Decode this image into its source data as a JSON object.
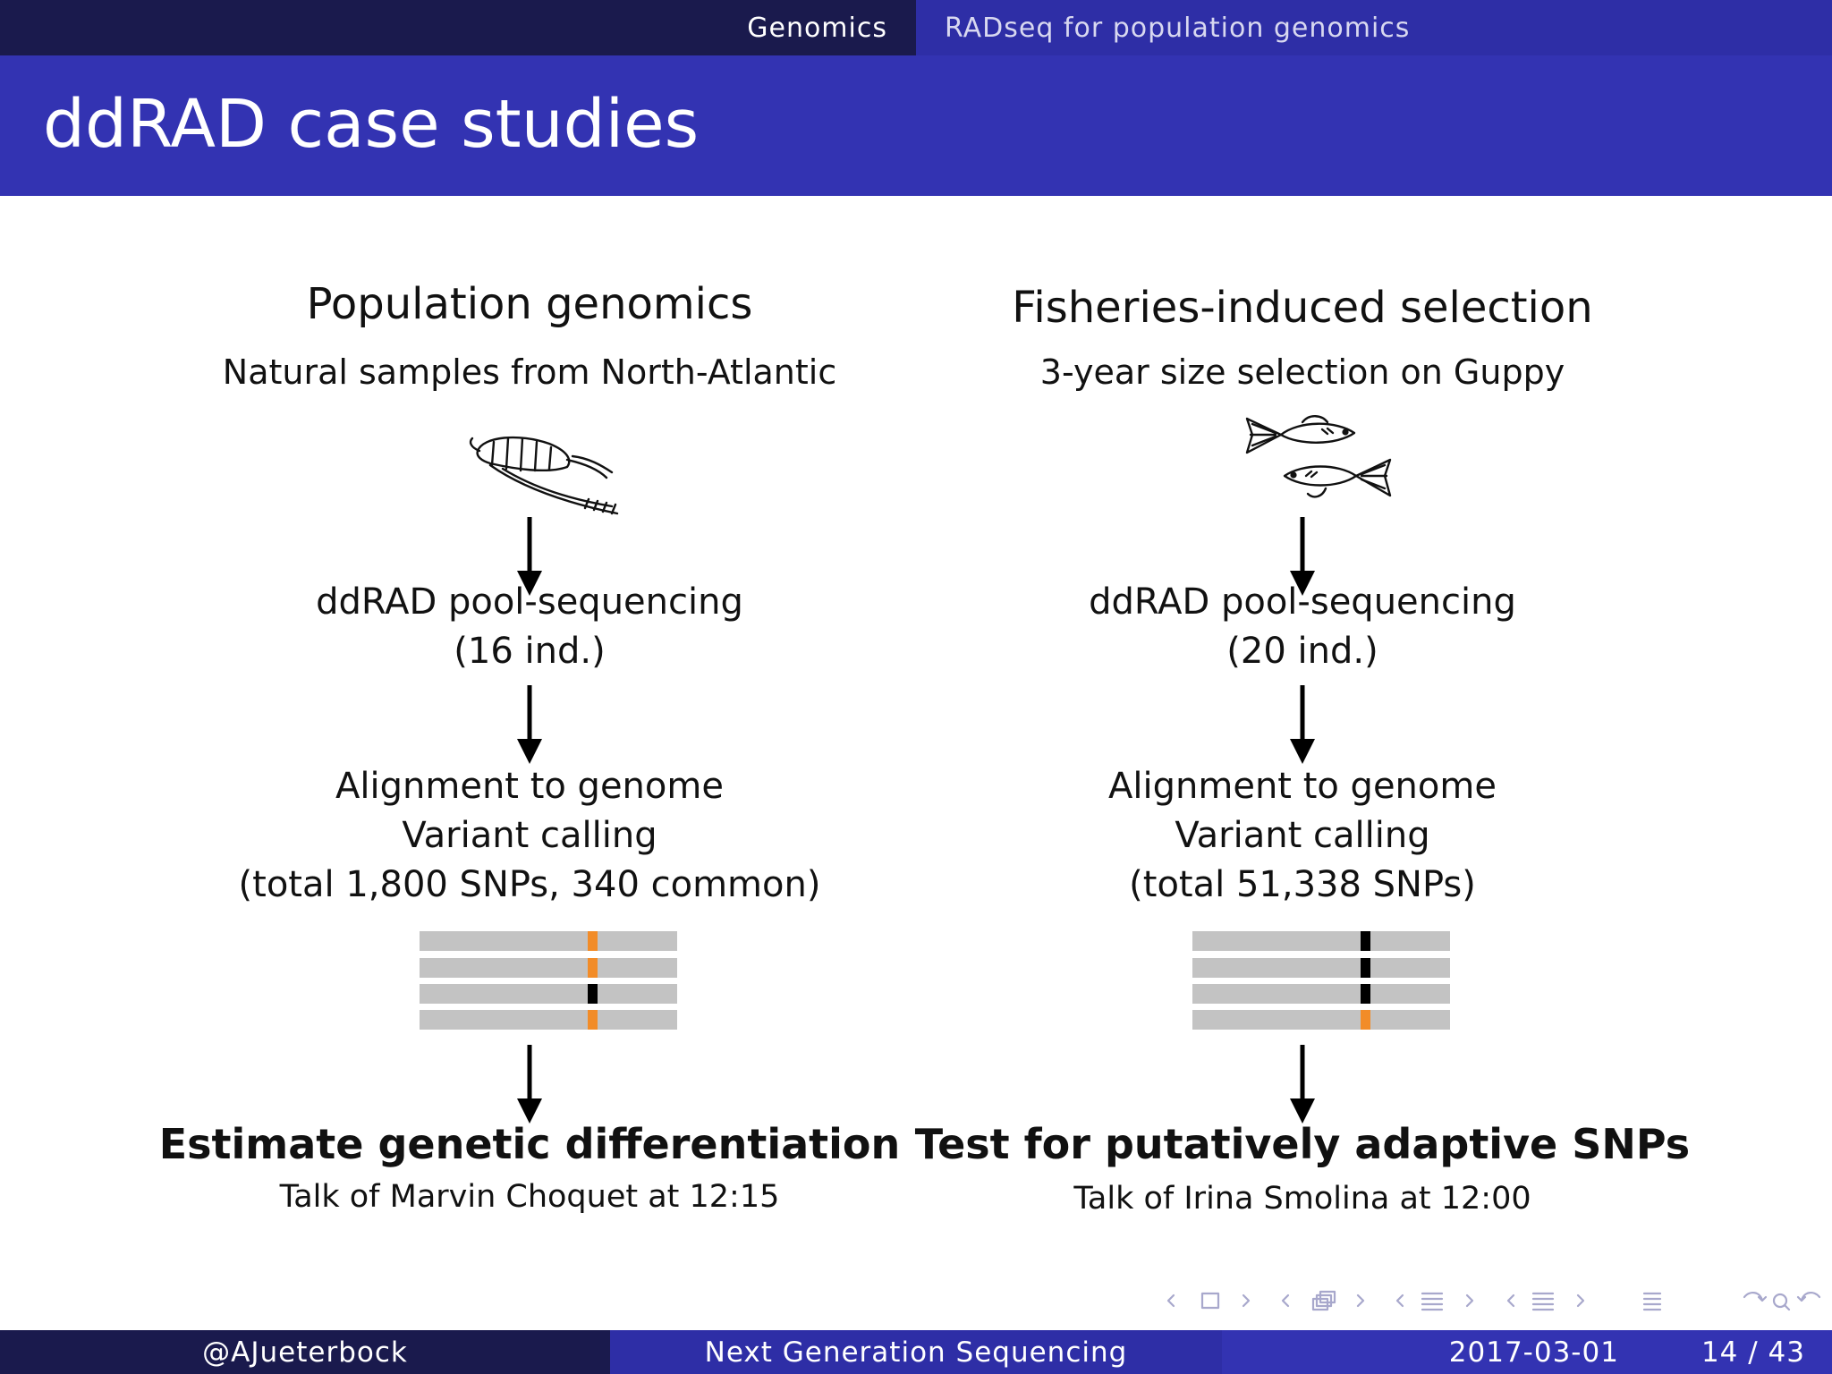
{
  "nav": {
    "section": "Genomics",
    "subsection": "RADseq for population genomics"
  },
  "slide": {
    "title": "ddRAD case studies"
  },
  "columns": [
    {
      "heading": "Population genomics",
      "subtitle": "Natural samples from North-Atlantic",
      "illustration": "amphipod-drawing",
      "seq_line1": "ddRAD pool-sequencing",
      "seq_line2": "(16 ind.)",
      "align_line1": "Alignment to genome",
      "align_line2": "Variant calling",
      "align_line3": "(total 1,800 SNPs, 340 common)",
      "snp_colors": [
        "#f28c28",
        "#f28c28",
        "#000000",
        "#f28c28"
      ],
      "outcome": "Estimate genetic differentiation",
      "talk": "Talk of Marvin Choquet at 12:15"
    },
    {
      "heading": "Fisheries-induced selection",
      "subtitle": "3-year size selection on Guppy",
      "illustration": "guppy-fish-drawing",
      "seq_line1": "ddRAD pool-sequencing",
      "seq_line2": "(20 ind.)",
      "align_line1": "Alignment to genome",
      "align_line2": "Variant calling",
      "align_line3": "(total 51,338 SNPs)",
      "snp_colors": [
        "#000000",
        "#000000",
        "#000000",
        "#f28c28"
      ],
      "outcome": "Test for putatively adaptive SNPs",
      "talk": "Talk of Irina Smolina at 12:00"
    }
  ],
  "footer": {
    "author": "@AJueterbock",
    "short_title": "Next Generation Sequencing",
    "date": "2017-03-01",
    "page": "14 / 43"
  },
  "colors": {
    "nav_dark": "#1a1a4d",
    "nav_mid": "#2e2ea6",
    "title_band": "#3333b2",
    "read_gray": "#c3c3c3",
    "snp_orange": "#f28c28",
    "snp_black": "#000000"
  },
  "icons": {
    "arrow": "down-arrow",
    "nav_symbols": [
      "frame-nav-icon",
      "subsection-nav-icon",
      "section-nav-icon",
      "subsubsection-nav-icon",
      "toc-icon",
      "search-icon"
    ]
  }
}
